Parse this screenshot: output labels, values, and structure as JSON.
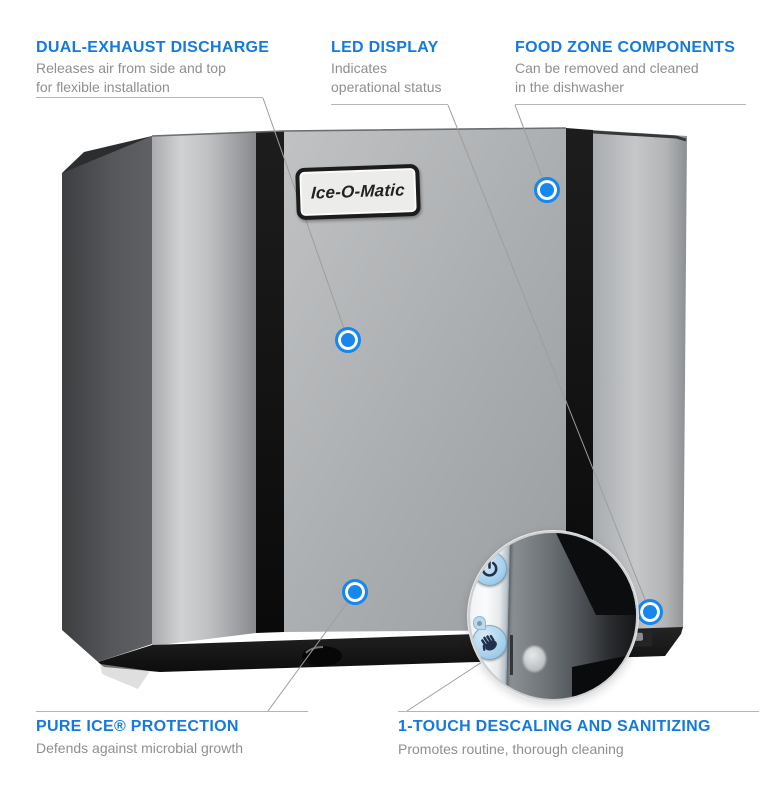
{
  "page": {
    "background": "#ffffff"
  },
  "colors": {
    "accent_blue": "#147adf",
    "hotspot_blue": "#1787ee",
    "description_gray": "#8f8f8f",
    "rule_gray": "#b5b5b5",
    "leader_gray": "#9d9d9d"
  },
  "brand": {
    "logo_text": "Ice-O-Matic"
  },
  "callouts": [
    {
      "id": "dual-exhaust-discharge",
      "title": "DUAL-EXHAUST DISCHARGE",
      "description": "Releases air from side and top\nfor flexible installation"
    },
    {
      "id": "led-display",
      "title": "LED DISPLAY",
      "description": "Indicates\noperational status"
    },
    {
      "id": "food-zone-components",
      "title": "FOOD ZONE COMPONENTS",
      "description": "Can be removed and cleaned\nin the dishwasher"
    },
    {
      "id": "pure-ice-protection",
      "title": "PURE ICE® PROTECTION",
      "description": "Defends against microbial growth"
    },
    {
      "id": "one-touch-descaling-sanitizing",
      "title": "1-TOUCH DESCALING AND SANITIZING",
      "description": "Promotes routine, thorough cleaning"
    }
  ],
  "hotspots": [
    {
      "id": "hotspot-dual-exhaust",
      "links_to": "dual-exhaust-discharge"
    },
    {
      "id": "hotspot-food-zone",
      "links_to": "food-zone-components"
    },
    {
      "id": "hotspot-pure-ice",
      "links_to": "pure-ice-protection"
    },
    {
      "id": "hotspot-led-display",
      "links_to": "led-display"
    }
  ],
  "detail_lens": {
    "shows": "control panel close-up",
    "buttons": [
      {
        "icon": "power-icon"
      },
      {
        "icon": "hand-clean-icon"
      }
    ]
  }
}
